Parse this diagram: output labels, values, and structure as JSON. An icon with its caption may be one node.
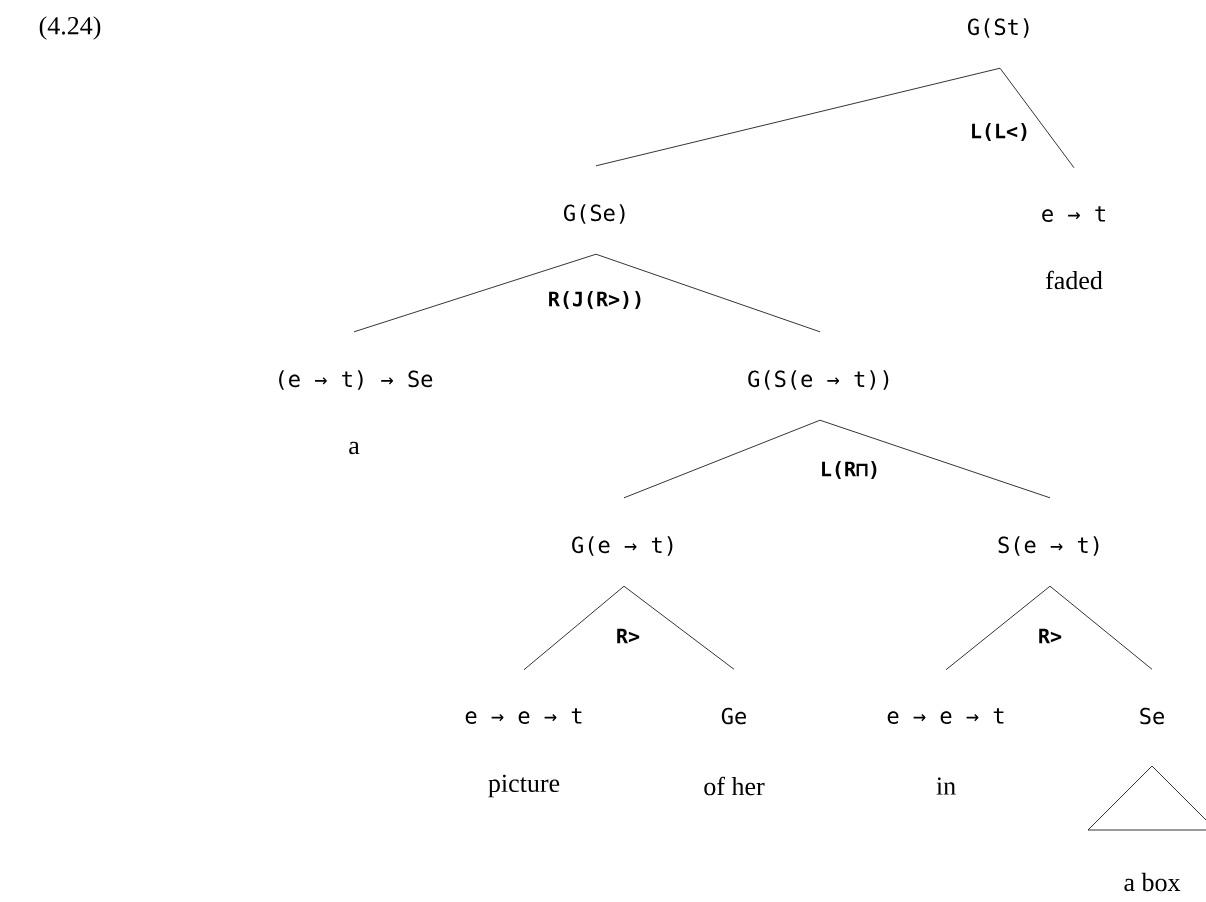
{
  "diagram": {
    "nodes": [
      {
        "text": [
          "G(St)"
        ]
      },
      {
        "text": [
          "G(Se)"
        ]
      },
      {
        "text": [
          "e → t"
        ],
        "beside": [
          "faded"
        ]
      },
      {
        "text": [
          "(e → t) → Se"
        ],
        "beside": [
          "a"
        ]
      },
      {
        "text": [
          "G(S(e → t))"
        ]
      },
      {
        "text": [
          "G(e → t)"
        ]
      },
      {
        "text": [
          "S(e → t)"
        ]
      },
      {
        "text": [
          "e → e → t"
        ],
        "beside": [
          "picture"
        ]
      },
      {
        "text": [
          "Ge"
        ],
        "beside": [
          "of her"
        ]
      },
      {
        "text": [
          "e → e → t"
        ],
        "beside": [
          "in"
        ]
      },
      {
        "text": [
          "Se"
        ]
      }
    ],
    "edges": [
      {
        "from": 0,
        "to": 1,
        "arrow": "none"
      },
      {
        "from": 0,
        "to": 2,
        "arrow": "none"
      },
      {
        "from": 1,
        "to": 3,
        "arrow": "none"
      },
      {
        "from": 1,
        "to": 4,
        "arrow": "none"
      },
      {
        "from": 4,
        "to": 5,
        "arrow": "none"
      },
      {
        "from": 4,
        "to": 6,
        "arrow": "none"
      },
      {
        "from": 5,
        "to": 7,
        "arrow": "none"
      },
      {
        "from": 5,
        "to": 8,
        "arrow": "none"
      },
      {
        "from": 6,
        "to": 9,
        "arrow": "none"
      },
      {
        "from": 6,
        "to": 10,
        "arrow": "none"
      }
    ],
    "labels": [
      "(4.24)",
      "L(L<)",
      "R(J(R>))",
      "L(R⊓)",
      "R>",
      "R>",
      "a box"
    ]
  }
}
